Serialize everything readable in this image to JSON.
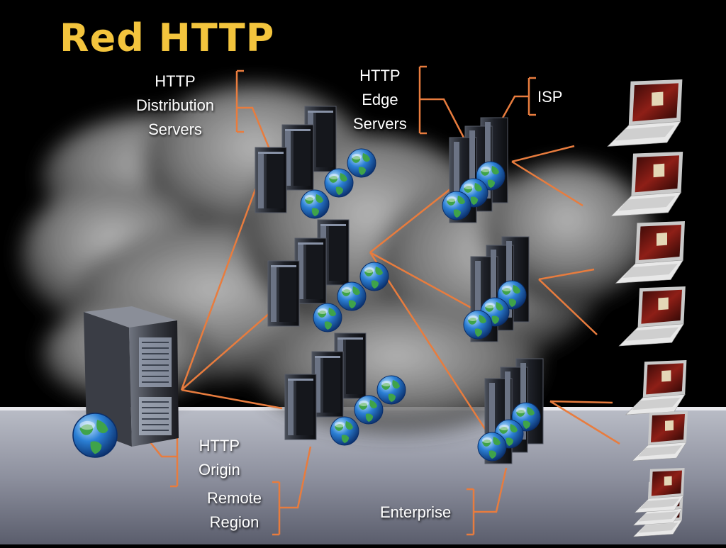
{
  "title": "Red HTTP",
  "colors": {
    "title": "#f3c43d",
    "connector": "#e87c3e",
    "background_top": "#000000",
    "floor": "#8a8e9d"
  },
  "labels": {
    "distribution": [
      "HTTP",
      "Distribution",
      "Servers"
    ],
    "edge": [
      "HTTP",
      "Edge",
      "Servers"
    ],
    "isp": "ISP",
    "origin": [
      "HTTP",
      "Origin"
    ],
    "remote_region": [
      "Remote",
      "Region"
    ],
    "enterprise": "Enterprise"
  },
  "icons": {
    "rack": "server-rack-icon",
    "globe": "globe-icon",
    "tower": "tower-server-icon",
    "laptop": "laptop-icon",
    "cloud": "cloud-icon"
  }
}
